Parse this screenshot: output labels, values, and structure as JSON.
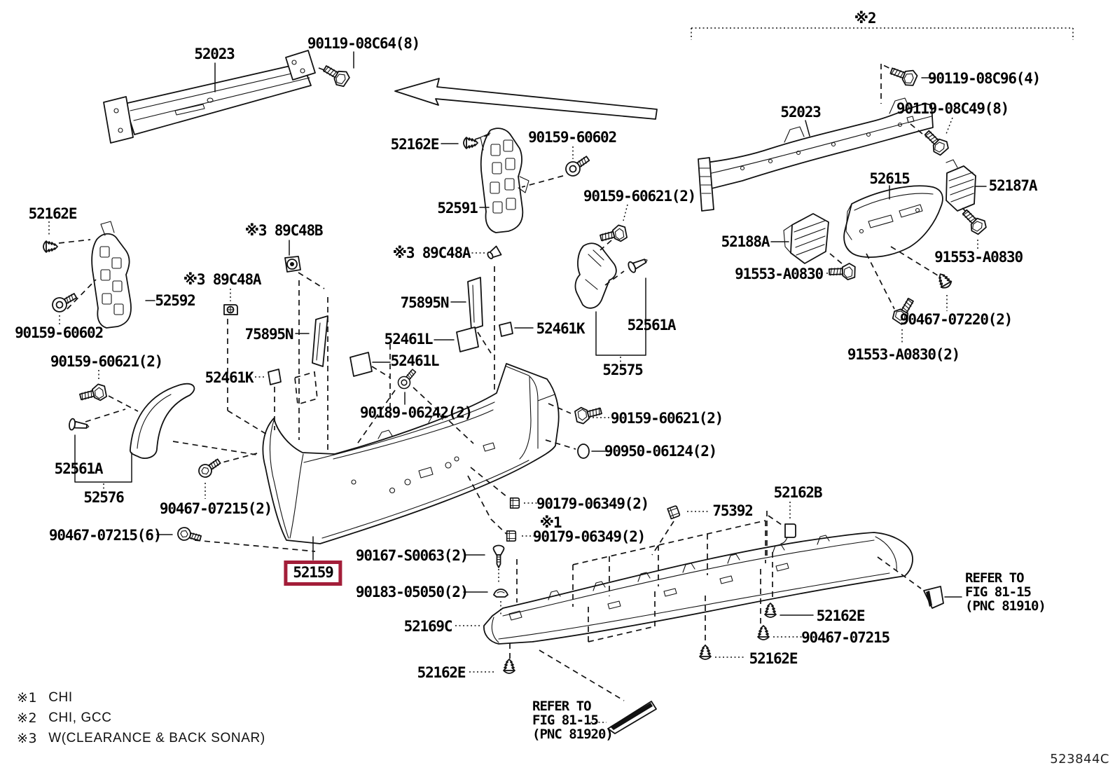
{
  "diagram": {
    "code": "523844C",
    "highlight": {
      "part_number": "52159",
      "box_color": "#A31E39"
    }
  },
  "labels": [
    {
      "name": "part-52023-left",
      "text": "52023"
    },
    {
      "name": "bolt-90119-08C64",
      "text": "90119-08C64(8)"
    },
    {
      "name": "clip-52162E-top",
      "text": "52162E"
    },
    {
      "name": "screw-90159-60602-top",
      "text": "90159-60602"
    },
    {
      "name": "part-52591",
      "text": "52591"
    },
    {
      "name": "bolt-90159-60621-upper-right",
      "text": "90159-60621(2)"
    },
    {
      "name": "sensor-89C48B",
      "text": "※3 89C48B"
    },
    {
      "name": "sensor-89C48A-left",
      "text": "※3 89C48A"
    },
    {
      "name": "sensor-89C48A-mid",
      "text": "※3 89C48A"
    },
    {
      "name": "tape-75895N-left",
      "text": "75895N"
    },
    {
      "name": "tape-75895N-right",
      "text": "75895N"
    },
    {
      "name": "pad-52461L-upper",
      "text": "52461L"
    },
    {
      "name": "pad-52461L-lower",
      "text": "52461L"
    },
    {
      "name": "pad-52461K-left",
      "text": "52461K"
    },
    {
      "name": "pad-52461K-right",
      "text": "52461K"
    },
    {
      "name": "pin-52561A-right",
      "text": "52561A"
    },
    {
      "name": "part-52575",
      "text": "52575"
    },
    {
      "name": "bolt-90159-60621-mid",
      "text": "90159-60621(2)"
    },
    {
      "name": "clip-90189-06242",
      "text": "90189-06242(2)"
    },
    {
      "name": "ring-90950-06124",
      "text": "90950-06124(2)"
    },
    {
      "name": "clip-52162E-left",
      "text": "52162E"
    },
    {
      "name": "part-52592",
      "text": "52592"
    },
    {
      "name": "screw-90159-60602-left",
      "text": "90159-60602"
    },
    {
      "name": "bolt-90159-60621-left",
      "text": "90159-60621(2)"
    },
    {
      "name": "pin-52561A-left",
      "text": "52561A"
    },
    {
      "name": "part-52576",
      "text": "52576"
    },
    {
      "name": "bolt-90467-07215-2",
      "text": "90467-07215(2)"
    },
    {
      "name": "bolt-90467-07215-6",
      "text": "90467-07215(6)"
    },
    {
      "name": "part-52159",
      "text": "52159"
    },
    {
      "name": "clip-90179-06349-upper",
      "text": "90179-06349(2)"
    },
    {
      "name": "note-ref1",
      "text": "※1"
    },
    {
      "name": "clip-90179-06349-lower",
      "text": "90179-06349(2)"
    },
    {
      "name": "clip-75392",
      "text": "75392"
    },
    {
      "name": "clip-52162B",
      "text": "52162B"
    },
    {
      "name": "note-ref2",
      "text": "※2"
    },
    {
      "name": "bolt-90119-08C96",
      "text": "90119-08C96(4)"
    },
    {
      "name": "part-52023-right",
      "text": "52023"
    },
    {
      "name": "bolt-90119-08C49",
      "text": "90119-08C49(8)"
    },
    {
      "name": "part-52615",
      "text": "52615"
    },
    {
      "name": "pad-52187A",
      "text": "52187A"
    },
    {
      "name": "pad-52188A",
      "text": "52188A"
    },
    {
      "name": "bolt-91553-A0830-left",
      "text": "91553-A0830"
    },
    {
      "name": "bolt-91553-A0830-right",
      "text": "91553-A0830"
    },
    {
      "name": "clip-90467-07220",
      "text": "90467-07220(2)"
    },
    {
      "name": "bolt-91553-A0830-2",
      "text": "91553-A0830(2)"
    },
    {
      "name": "screw-90167-S0063",
      "text": "90167-S0063(2)"
    },
    {
      "name": "clip-90183-05050",
      "text": "90183-05050(2)"
    },
    {
      "name": "part-52169C",
      "text": "52169C"
    },
    {
      "name": "clip-52162E-bottom-center",
      "text": "52162E"
    },
    {
      "name": "clip-52162E-bottom-right-1",
      "text": "52162E"
    },
    {
      "name": "pin-90467-07215-bottom",
      "text": "90467-07215"
    },
    {
      "name": "clip-52162E-bottom-right-2",
      "text": "52162E"
    },
    {
      "name": "ref-fig-81910",
      "text": "REFER TO\nFIG 81-15\n(PNC 81910)"
    },
    {
      "name": "ref-fig-81920",
      "text": "REFER TO\nFIG 81-15\n(PNC 81920)"
    },
    {
      "name": "diagram-code",
      "text": "523844C"
    }
  ],
  "legend": {
    "items": [
      {
        "symbol": "※1",
        "text": "CHI"
      },
      {
        "symbol": "※2",
        "text": "CHI, GCC"
      },
      {
        "symbol": "※3",
        "text": "W(CLEARANCE & BACK SONAR)"
      }
    ]
  }
}
